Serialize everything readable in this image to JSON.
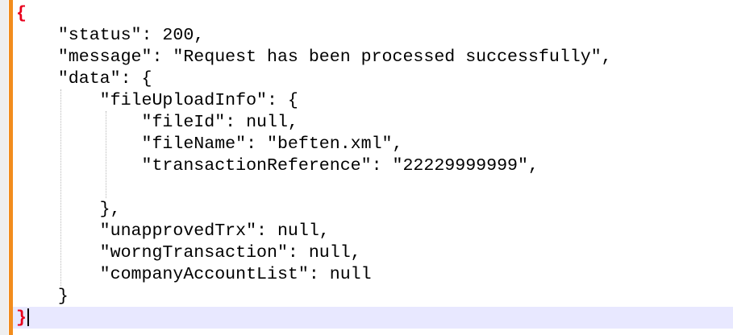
{
  "editor": {
    "lines": [
      "{",
      "    \"status\": 200,",
      "    \"message\": \"Request has been processed successfully\",",
      "    \"data\": {",
      "        \"fileUploadInfo\": {",
      "            \"fileId\": null,",
      "            \"fileName\": \"beften.xml\",",
      "            \"transactionReference\": \"22229999999\",",
      "",
      "        },",
      "        \"unapprovedTrx\": null,",
      "        \"worngTransaction\": null,",
      "        \"companyAccountList\": null",
      "    }",
      "}"
    ]
  },
  "colors": {
    "change_bar": "#f28c1d",
    "matching_brace": "#e8001c",
    "current_line": "#e8e8ff",
    "gutter": "#efefef"
  }
}
